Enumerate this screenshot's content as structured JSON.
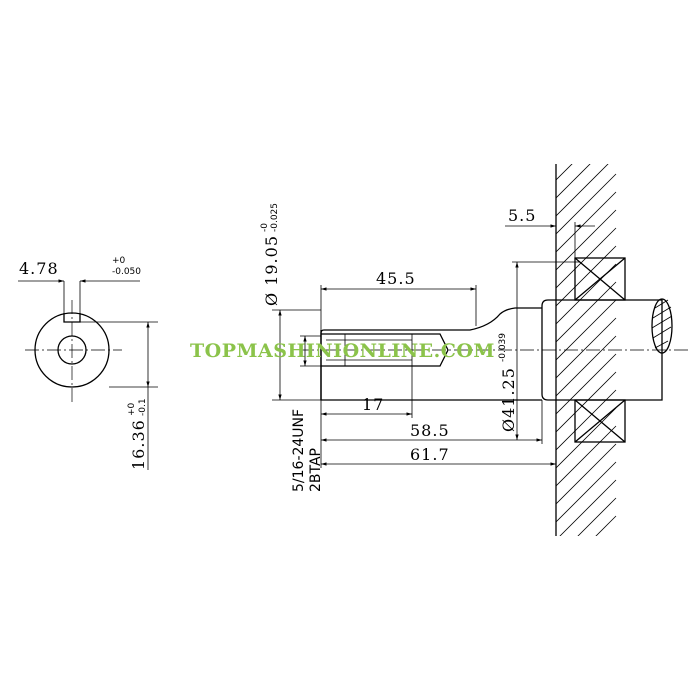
{
  "watermark": {
    "text": "TOPMASHINIONLINE.COM",
    "color": "#8bc34a"
  },
  "end_view": {
    "keyway_width": "4.78",
    "keyway_tol_upper": "+0",
    "keyway_tol_lower": "-0.050",
    "key_depth": "16.36",
    "key_depth_tol_upper": "+0",
    "key_depth_tol_lower": "-0.1"
  },
  "side_view": {
    "shaft_dia": "Ø 19.05",
    "shaft_dia_tol_upper": "-0",
    "shaft_dia_tol_lower": "-0.025",
    "shaft_length": "45.5",
    "thread_depth": "17",
    "thread_spec": "5/16-24UNF",
    "thread_tap": "2BTAP",
    "length_to_flange": "58.5",
    "overall_length": "61.7",
    "flange_dia": "Ø41.25",
    "flange_dia_tol": "-0.039",
    "bearing_offset": "5.5"
  },
  "colors": {
    "line": "#000000",
    "background": "#ffffff"
  }
}
